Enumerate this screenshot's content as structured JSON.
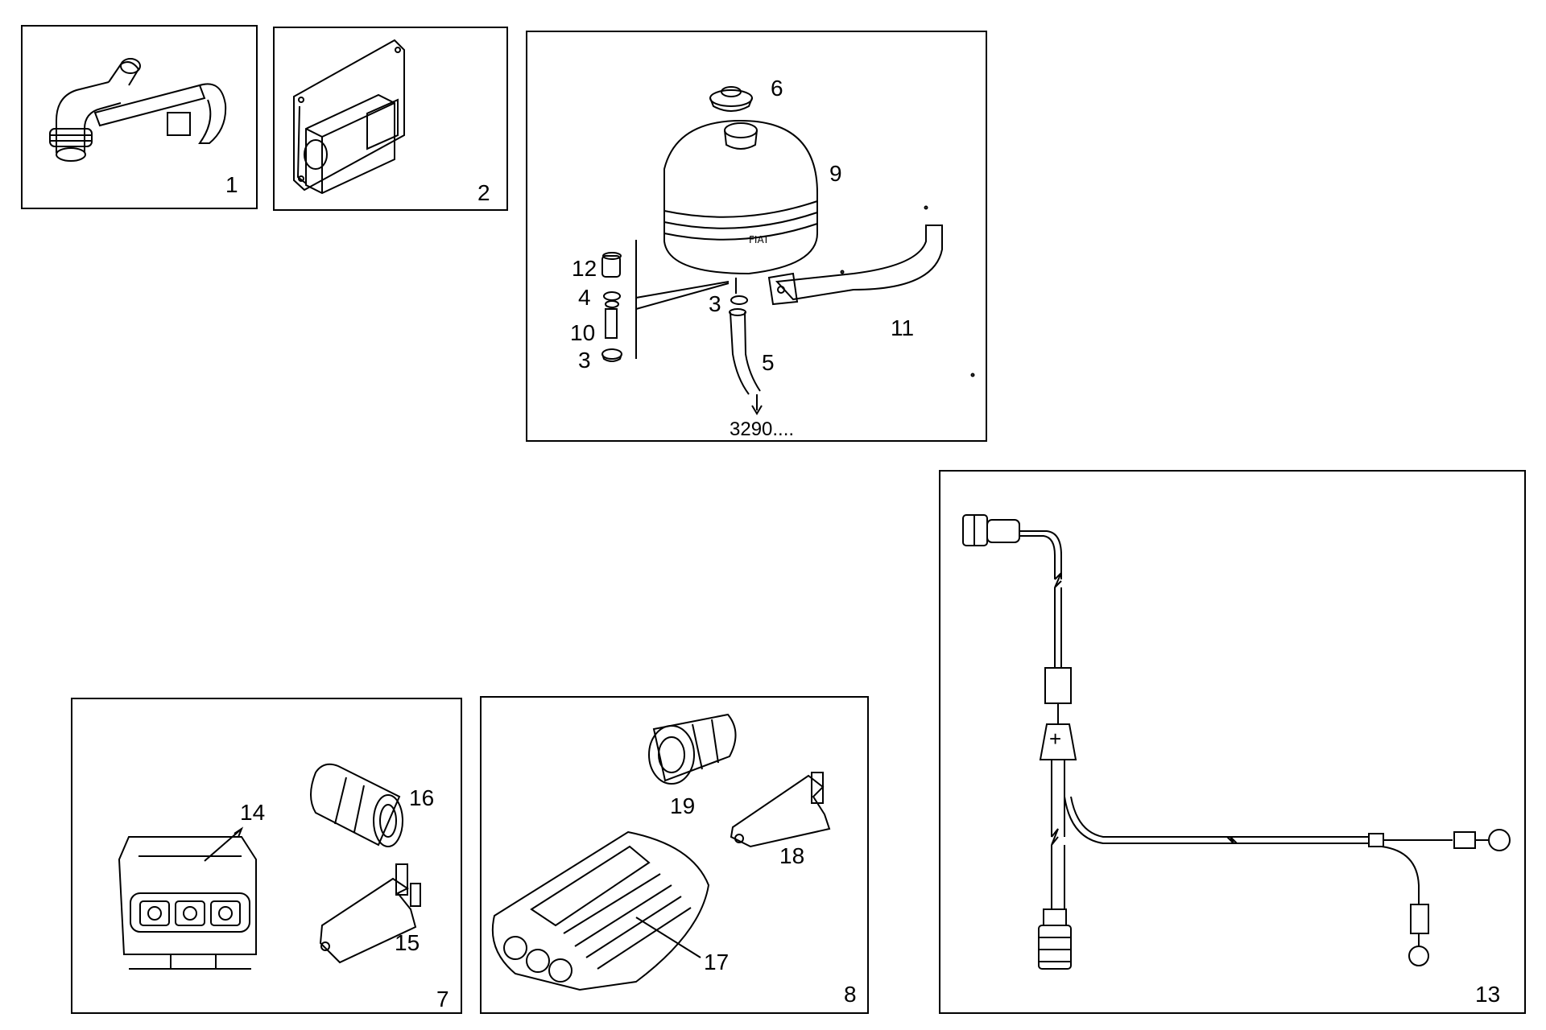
{
  "panels": {
    "p1": {
      "number": "1"
    },
    "p2": {
      "number": "2"
    },
    "p3": {
      "callouts": {
        "c6": "6",
        "c9": "9",
        "c12": "12",
        "c4": "4",
        "c3a": "3",
        "c10": "10",
        "c3b": "3",
        "c5": "5",
        "c11": "11"
      },
      "reference": "3290...."
    },
    "p7": {
      "number": "7",
      "callouts": {
        "c14": "14",
        "c16": "16",
        "c15": "15"
      }
    },
    "p8": {
      "number": "8",
      "callouts": {
        "c19": "19",
        "c18": "18",
        "c17": "17"
      }
    },
    "p13": {
      "number": "13",
      "fuse_symbol": "+"
    }
  },
  "colors": {
    "line": "#000000",
    "background": "#ffffff"
  }
}
